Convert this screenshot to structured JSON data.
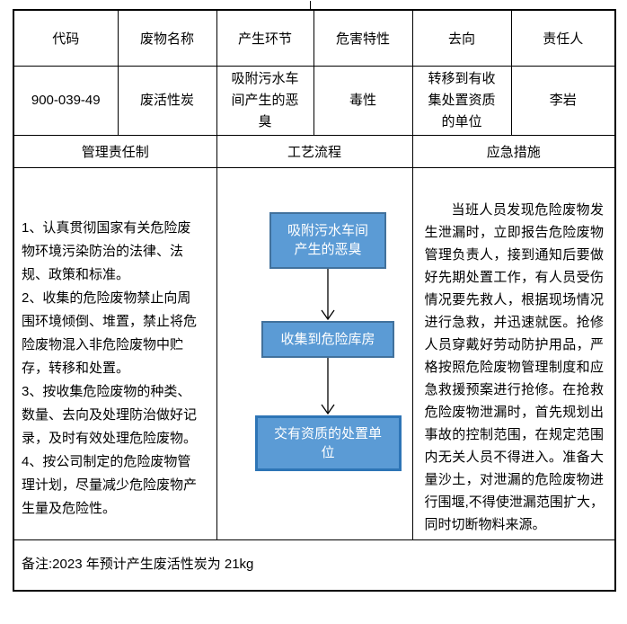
{
  "table": {
    "columns": [
      "代码",
      "废物名称",
      "产生环节",
      "危害特性",
      "去向",
      "责任人"
    ],
    "record": {
      "code": "900-039-49",
      "waste_name": "废活性炭",
      "generation_stage": "吸附污水车间产生的恶臭",
      "hazard_characteristic": "毒性",
      "destination": "转移到有收集处置资质的单位",
      "responsible_person": "李岩"
    },
    "sections": {
      "management_title": "管理责任制",
      "process_title": "工艺流程",
      "emergency_title": "应急措施"
    },
    "management_items": [
      "1、认真贯彻国家有关危险废物环境污染防治的法律、法规、政策和标准。",
      "2、收集的危险废物禁止向周围环境倾倒、堆置，禁止将危险废物混入非危险废物中贮存，转移和处置。",
      "3、按收集危险废物的种类、数量、去向及处理防治做好记录，及时有效处理危险废物。",
      "4、按公司制定的危险废物管理计划，尽量减少危险废物产生量及危险性。"
    ],
    "emergency_text": "当班人员发现危险废物发生泄漏时，立即报告危险废物管理负责人，接到通知后要做好先期处置工作，有人员受伤情况要先救人，根据现场情况进行急救，并迅速就医。抢修人员穿戴好劳动防护用品，严格按照危险废物管理制度和应急救援预案进行抢修。在抢救危险废物泄漏时，首先规划出事故的控制范围，在规定范围内无关人员不得进入。准备大量沙土，对泄漏的危险废物进行围堰,不得使泄漏范围扩大，同时切断物料来源。",
    "note": "备注:2023 年预计产生废活性炭为 21kg"
  },
  "flowchart": {
    "steps": [
      "吸附污水车间产生的恶臭",
      "收集到危险库房",
      "交有资质的处置单位"
    ],
    "box_fill": "#5B9BD5",
    "box_border": "#41719C",
    "final_box_border": "#2E75B6",
    "text_color": "#FFFFFF",
    "arrow_color": "#000000"
  }
}
